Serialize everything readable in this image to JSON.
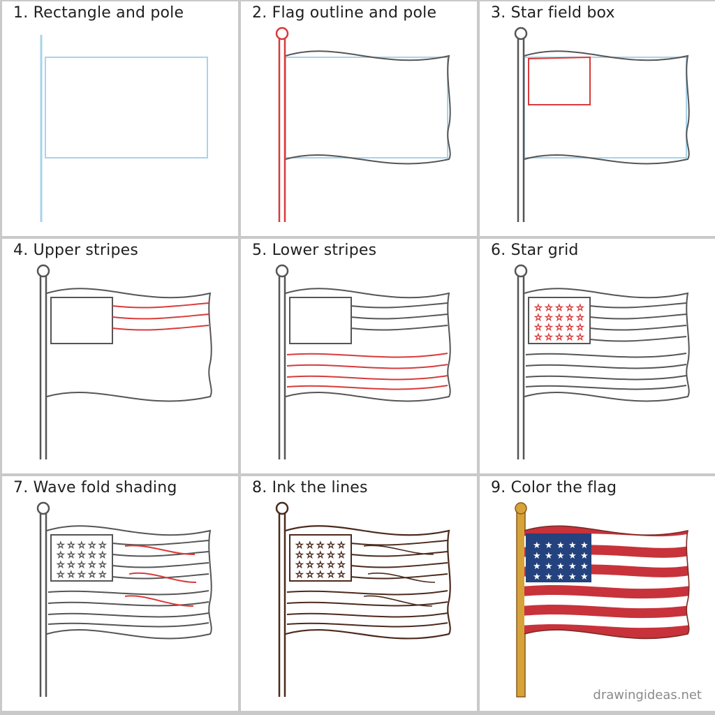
{
  "steps": [
    {
      "number": "1.",
      "title": "Rectangle and pole"
    },
    {
      "number": "2.",
      "title": "Flag outline and pole"
    },
    {
      "number": "3.",
      "title": "Star field box"
    },
    {
      "number": "4.",
      "title": "Upper stripes"
    },
    {
      "number": "5.",
      "title": "Lower stripes"
    },
    {
      "number": "6.",
      "title": "Star grid"
    },
    {
      "number": "7.",
      "title": "Wave fold shading"
    },
    {
      "number": "8.",
      "title": "Ink the lines"
    },
    {
      "number": "9.",
      "title": "Color the flag"
    }
  ],
  "watermark": "drawingideas.net",
  "colors": {
    "guide_blue": "#a9d3ea",
    "pencil": "#555555",
    "highlight_red": "#d83a3a",
    "ink": "#4a2a1c",
    "flag_red": "#c8323a",
    "flag_blue": "#23427e",
    "pole_gold": "#d6a23a"
  }
}
